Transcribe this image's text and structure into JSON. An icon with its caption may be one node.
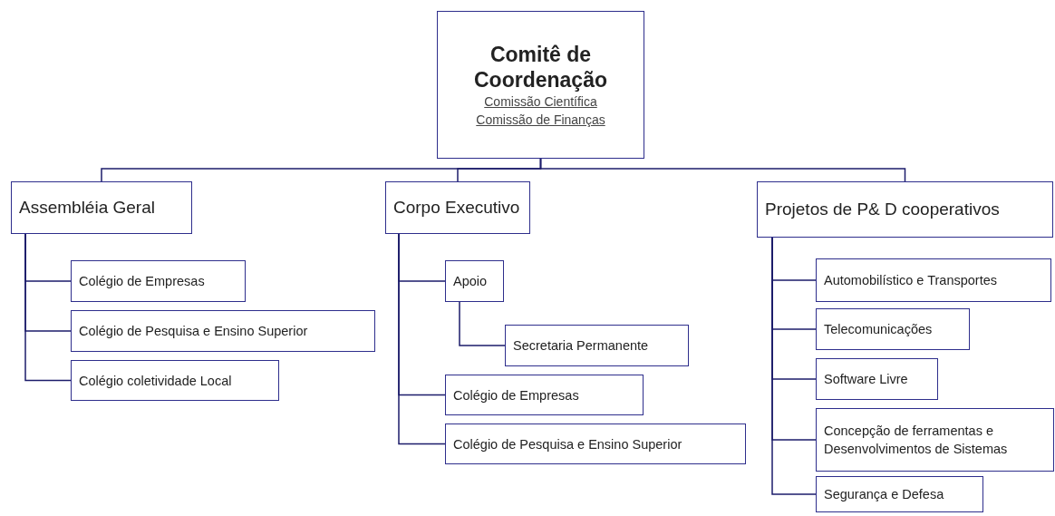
{
  "diagram": {
    "nodes": [
      {
        "text": [
          "Comitê de Coordenação",
          "Comissão Científica",
          "Comissão de Finanças"
        ]
      },
      {
        "text": [
          "Assembléia Geral"
        ]
      },
      {
        "text": [
          "Colégio de Empresas"
        ]
      },
      {
        "text": [
          "Colégio de Pesquisa e Ensino Superior"
        ]
      },
      {
        "text": [
          "Colégio coletividade Local"
        ]
      },
      {
        "text": [
          "Corpo Executivo"
        ]
      },
      {
        "text": [
          "Apoio"
        ]
      },
      {
        "text": [
          "Secretaria Permanente"
        ]
      },
      {
        "text": [
          "Colégio de Empresas"
        ]
      },
      {
        "text": [
          "Colégio de Pesquisa e Ensino Superior"
        ]
      },
      {
        "text": [
          "Projetos de P& D cooperativos"
        ]
      },
      {
        "text": [
          "Automobilístico e Transportes"
        ]
      },
      {
        "text": [
          "Telecomunicações"
        ]
      },
      {
        "text": [
          "Software Livre"
        ]
      },
      {
        "text": [
          "Concepção de ferramentas e Desenvolvimentos de Sistemas"
        ]
      },
      {
        "text": [
          "Segurança e Defesa"
        ]
      }
    ],
    "edges": [
      {
        "from": 0,
        "to": 1,
        "arrow": "none"
      },
      {
        "from": 0,
        "to": 5,
        "arrow": "none"
      },
      {
        "from": 0,
        "to": 10,
        "arrow": "none"
      },
      {
        "from": 1,
        "to": 2,
        "arrow": "none"
      },
      {
        "from": 1,
        "to": 3,
        "arrow": "none"
      },
      {
        "from": 1,
        "to": 4,
        "arrow": "none"
      },
      {
        "from": 5,
        "to": 6,
        "arrow": "none"
      },
      {
        "from": 6,
        "to": 7,
        "arrow": "none"
      },
      {
        "from": 5,
        "to": 8,
        "arrow": "none"
      },
      {
        "from": 5,
        "to": 9,
        "arrow": "none"
      },
      {
        "from": 10,
        "to": 11,
        "arrow": "none"
      },
      {
        "from": 10,
        "to": 12,
        "arrow": "none"
      },
      {
        "from": 10,
        "to": 13,
        "arrow": "none"
      },
      {
        "from": 10,
        "to": 14,
        "arrow": "none"
      },
      {
        "from": 10,
        "to": 15,
        "arrow": "none"
      }
    ]
  }
}
